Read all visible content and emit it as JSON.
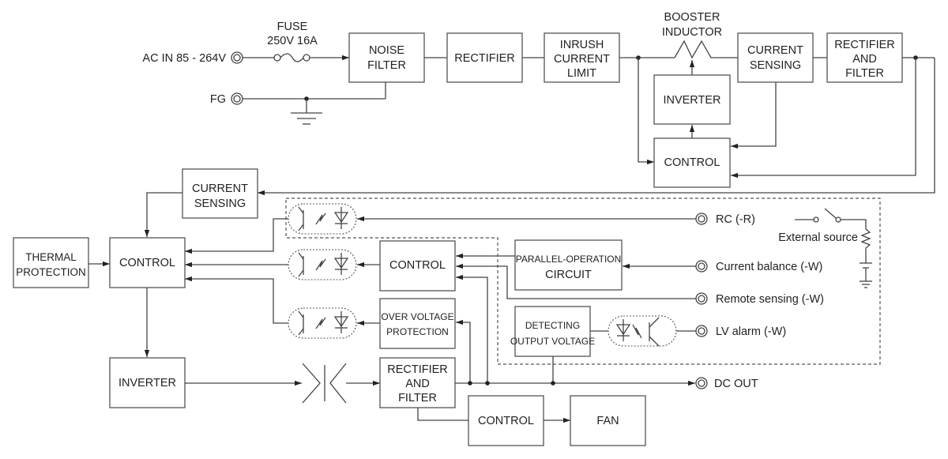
{
  "diagram": {
    "title": "Power supply block diagram",
    "input": {
      "ac_in": "AC IN 85 - 264V",
      "fg": "FG",
      "fuse_line1": "FUSE",
      "fuse_line2": "250V 16A"
    },
    "booster": {
      "line1": "BOOSTER",
      "line2": "INDUCTOR"
    },
    "blocks": {
      "noise_filter": [
        "NOISE",
        "FILTER"
      ],
      "rectifier": [
        "RECTIFIER"
      ],
      "inrush": [
        "INRUSH",
        "CURRENT",
        "LIMIT"
      ],
      "current_sensing_top": [
        "CURRENT",
        "SENSING"
      ],
      "rect_filter_top": [
        "RECTIFIER",
        "AND",
        "FILTER"
      ],
      "inverter_top": [
        "INVERTER"
      ],
      "control_top": [
        "CONTROL"
      ],
      "current_sensing_mid": [
        "CURRENT",
        "SENSING"
      ],
      "thermal": [
        "THERMAL",
        "PROTECTION"
      ],
      "control_main": [
        "CONTROL"
      ],
      "control_sec": [
        "CONTROL"
      ],
      "ovp": [
        "OVER VOLTAGE",
        "PROTECTION"
      ],
      "parallel": [
        "PARALLEL-OPERATION",
        "CIRCUIT"
      ],
      "detecting": [
        "DETECTING",
        "OUTPUT VOLTAGE"
      ],
      "inverter_bottom": [
        "INVERTER"
      ],
      "rect_filter_bottom": [
        "RECTIFIER",
        "AND",
        "FILTER"
      ],
      "control_fan": [
        "CONTROL"
      ],
      "fan": [
        "FAN"
      ]
    },
    "terminals": {
      "rc": "RC (-R)",
      "current_balance": "Current balance (-W)",
      "remote_sensing": "Remote sensing (-W)",
      "lv_alarm": "LV alarm (-W)",
      "dc_out": "DC OUT"
    },
    "external_source": "External source"
  }
}
